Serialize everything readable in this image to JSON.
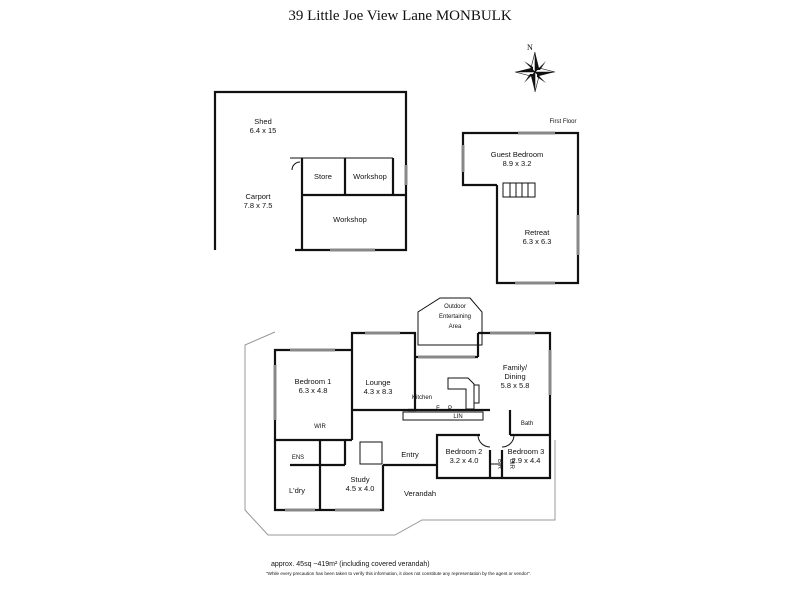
{
  "title": "39 Little Joe View Lane MONBULK",
  "compass": {
    "north_label": "N",
    "icon": "compass-rose-icon"
  },
  "outbuilding": {
    "shed": {
      "name": "Shed",
      "size": "6.4 x 15"
    },
    "carport": {
      "name": "Carport",
      "size": "7.8 x 7.5"
    },
    "store": {
      "name": "Store"
    },
    "workshop_upper": {
      "name": "Workshop"
    },
    "workshop_lower": {
      "name": "Workshop"
    }
  },
  "first_floor": {
    "label": "First Floor",
    "guest_bedroom": {
      "name": "Guest Bedroom",
      "size": "8.9 x 3.2"
    },
    "retreat": {
      "name": "Retreat",
      "size": "6.3 x 6.3"
    }
  },
  "ground_floor": {
    "outdoor": {
      "line1": "Outdoor",
      "line2": "Entertaining",
      "line3": "Area"
    },
    "bedroom1": {
      "name": "Bedroom 1",
      "size": "6.3 x 4.8"
    },
    "lounge": {
      "name": "Lounge",
      "size": "4.3 x 8.3"
    },
    "family": {
      "line1": "Family/",
      "line2": "Dining",
      "size": "5.8 x 5.8"
    },
    "kitchen": {
      "name": "Kitchen",
      "f": "F",
      "p": "P",
      "lin": "LIN"
    },
    "bath": {
      "name": "Bath"
    },
    "wir": {
      "name": "WIR"
    },
    "ens": {
      "name": "ENS"
    },
    "bedroom2": {
      "name": "Bedroom 2",
      "size": "3.2 x 4.0",
      "bir": "BIR"
    },
    "bedroom3": {
      "name": "Bedroom 3",
      "size": "2.9 x 4.4",
      "bir": "BIR"
    },
    "entry": {
      "name": "Entry"
    },
    "study": {
      "name": "Study",
      "size": "4.5 x 4.0"
    },
    "laundry": {
      "name": "L'dry"
    },
    "verandah": {
      "name": "Verandah"
    }
  },
  "footer": {
    "area": "approx. 45sq ~419m² (including covered verandah)",
    "disclaimer": "\"While every precaution has been taken to verify this information, it does not constitute any representation by the agent or vendor\"."
  }
}
